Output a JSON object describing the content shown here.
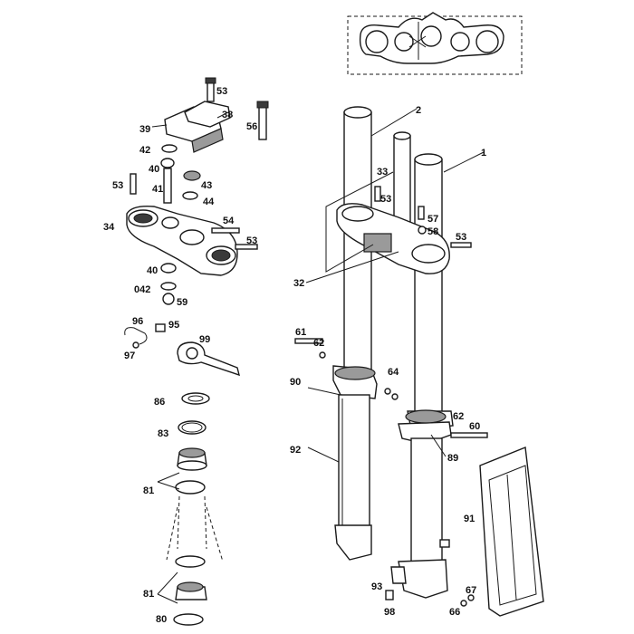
{
  "labels": {
    "l1": "1",
    "l2": "2",
    "l32": "32",
    "l33": "33",
    "l34": "34",
    "l38": "38",
    "l39": "39",
    "l40a": "40",
    "l40b": "40",
    "l41": "41",
    "l42": "42",
    "l042": "042",
    "l43": "43",
    "l44": "44",
    "l53a": "53",
    "l53b": "53",
    "l53c": "53",
    "l53d": "53",
    "l53e": "53",
    "l54": "54",
    "l56": "56",
    "l57": "57",
    "l58": "58",
    "l59": "59",
    "l60": "60",
    "l61": "61",
    "l62a": "62",
    "l62b": "62",
    "l64": "64",
    "l66": "66",
    "l67": "67",
    "l80": "80",
    "l81a": "81",
    "l81b": "81",
    "l83": "83",
    "l86": "86",
    "l89": "89",
    "l90": "90",
    "l91": "91",
    "l92": "92",
    "l93": "93",
    "l95": "95",
    "l96": "96",
    "l97": "97",
    "l98": "98",
    "l99": "99"
  }
}
